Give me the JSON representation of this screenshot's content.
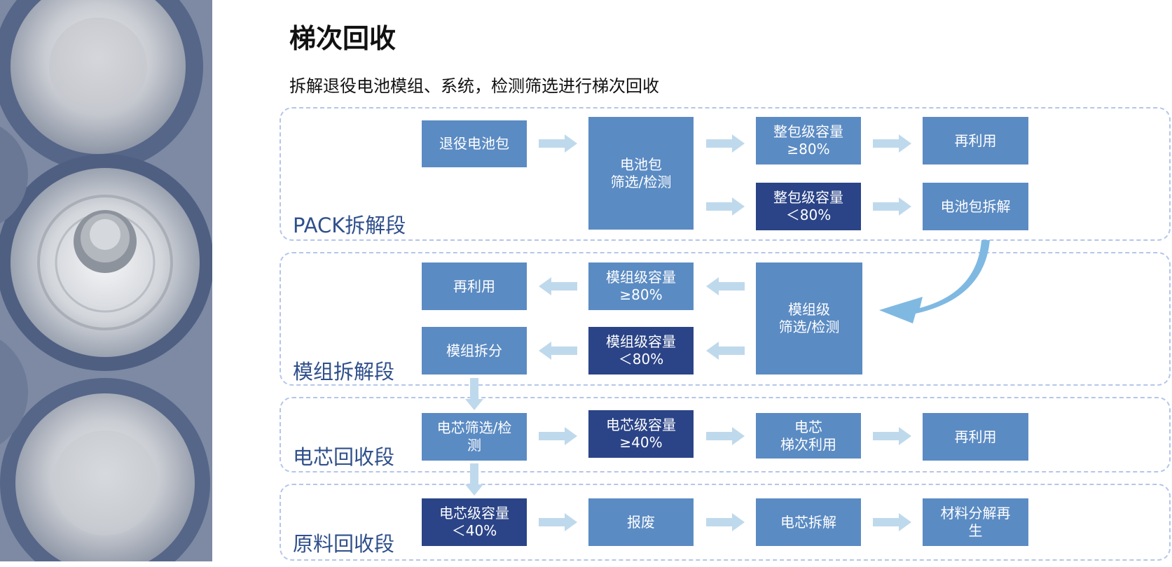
{
  "header": {
    "title": "梯次回收",
    "subtitle": "拆解退役电池模组、系统，检测筛选进行梯次回收"
  },
  "sections": {
    "pack": "PACK拆解段",
    "module": "模组拆解段",
    "cell": "电芯回收段",
    "raw": "原料回收段"
  },
  "boxes": {
    "retired_pack": "退役电池包",
    "pack_screen": "电池包\n筛选/检测",
    "pack_cap_high": "整包级容量\n≥80%",
    "pack_cap_low": "整包级容量\n＜80%",
    "pack_reuse": "再利用",
    "pack_disassemble": "电池包拆解",
    "module_reuse": "再利用",
    "module_cap_high": "模组级容量\n≥80%",
    "module_screen": "模组级\n筛选/检测",
    "module_split": "模组拆分",
    "module_cap_low": "模组级容量\n＜80%",
    "cell_screen": "电芯筛选/检\n测",
    "cell_cap_high": "电芯级容量\n≥40%",
    "cell_cascade": "电芯\n梯次利用",
    "cell_reuse": "再利用",
    "cell_cap_low": "电芯级容量\n＜40%",
    "scrap": "报废",
    "cell_disassemble": "电芯拆解",
    "material_regen": "材料分解再\n生"
  },
  "colors": {
    "box": "#5b8bc3",
    "box_dark": "#2b4487",
    "arrow": "#bfd9ec",
    "curve_arrow": "#7fb9e2",
    "section_border": "#b4c6ea",
    "section_label": "#2f4f8b"
  }
}
